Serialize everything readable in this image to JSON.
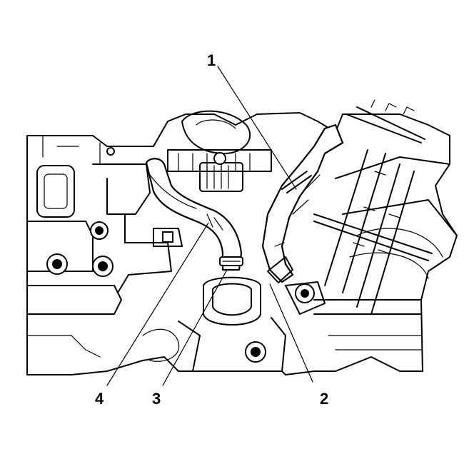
{
  "diagram": {
    "callouts": [
      {
        "id": "1",
        "label": "1"
      },
      {
        "id": "2",
        "label": "2"
      },
      {
        "id": "3",
        "label": "3"
      },
      {
        "id": "4",
        "label": "4"
      }
    ],
    "colors": {
      "ink": "#000000",
      "paper": "#ffffff"
    }
  }
}
